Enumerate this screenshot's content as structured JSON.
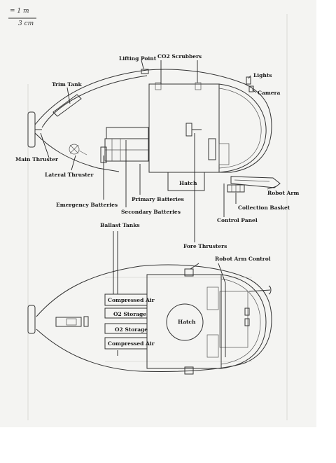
{
  "scale": {
    "top": "= 1 m",
    "bottom": "3 cm"
  },
  "labels": {
    "lifting_point": "Lifting Point",
    "co2_scrubbers": "CO2 Scrubbers",
    "lights": "Lights",
    "trim_tank": "Trim Tank",
    "camera": "Camera",
    "main_thruster": "Main Thruster",
    "lateral_thruster": "Lateral Thruster",
    "hatch_side": "Hatch",
    "robot_arm": "Robot Arm",
    "primary_batteries": "Primary Batteries",
    "collection_basket": "Collection Basket",
    "emergency_batteries": "Emergency Batteries",
    "secondary_batteries": "Secondary Batteries",
    "control_panel": "Control Panel",
    "ballast_tanks": "Ballast Tanks",
    "fore_thrusters": "Fore Thrusters",
    "robot_arm_control": "Robot Arm Control",
    "compressed_air_1": "Compressed Air",
    "o2_storage_1": "O2 Storage",
    "hatch_top": "Hatch",
    "o2_storage_2": "O2 Storage",
    "compressed_air_2": "Compressed Air"
  }
}
